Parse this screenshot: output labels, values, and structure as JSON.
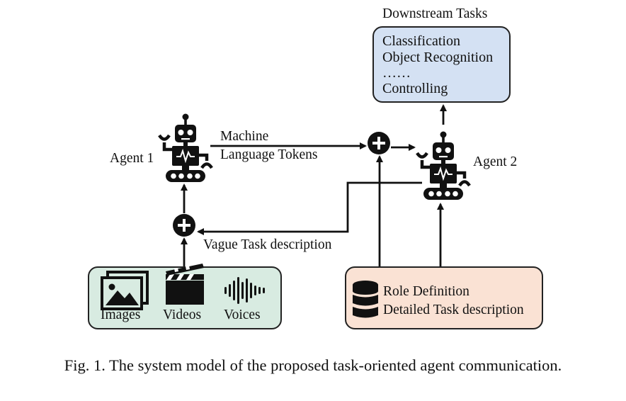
{
  "downstream": {
    "title": "Downstream Tasks",
    "items": [
      "Classification",
      "Object Recognition",
      "……",
      "Controlling"
    ]
  },
  "agent1": {
    "label": "Agent 1"
  },
  "agent2": {
    "label": "Agent 2"
  },
  "machine_tokens": {
    "line1": "Machine",
    "line2": "Language Tokens"
  },
  "vague_task": "Vague Task description",
  "inputs": {
    "images": "Images",
    "videos": "Videos",
    "voices": "Voices"
  },
  "knowledge": {
    "role": "Role Definition",
    "detailed": "Detailed Task description"
  },
  "caption": "Fig. 1.  The system model of the proposed task-oriented agent communication.",
  "colors": {
    "downstream_fill": "#d4e1f3",
    "input_fill": "#d8ebe1",
    "knowledge_fill": "#fae2d4",
    "ink": "#111111"
  },
  "icons": [
    "robot-icon",
    "plus-icon",
    "images-icon",
    "video-clapper-icon",
    "audio-wave-icon",
    "database-icon"
  ]
}
